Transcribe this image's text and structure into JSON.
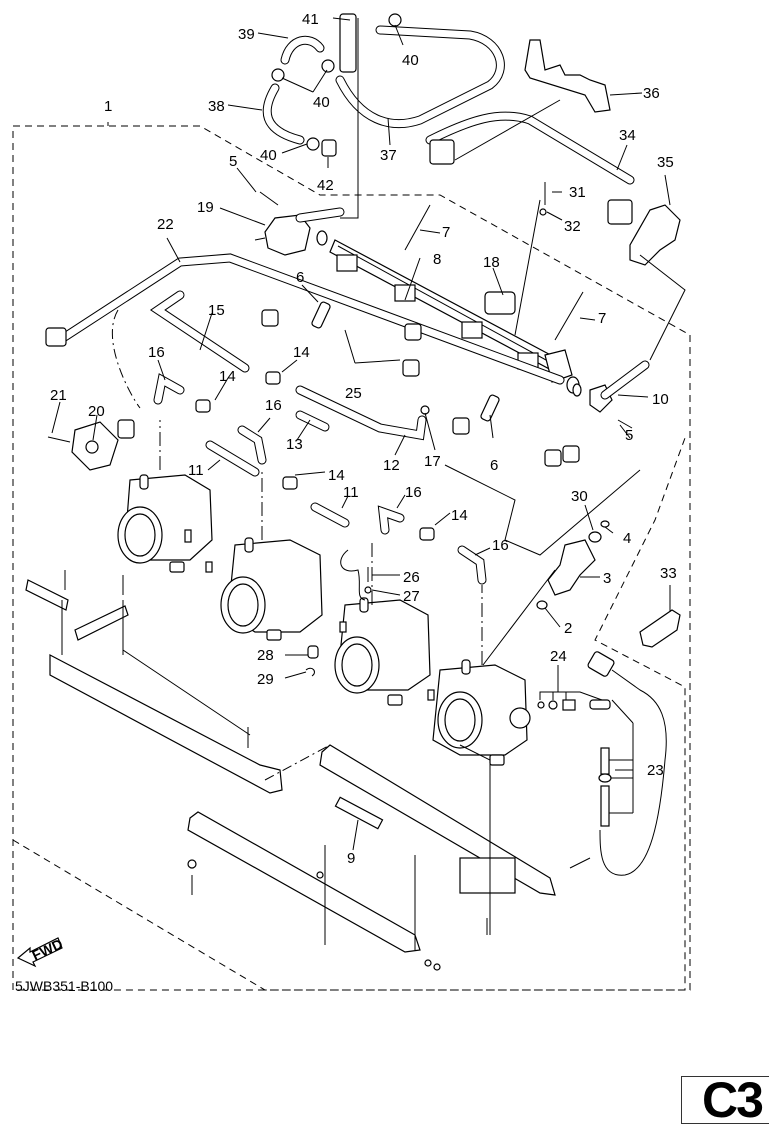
{
  "diagram": {
    "title_code": "5JWB351-B100",
    "fwd_label": "FWD",
    "page_badge": "C3",
    "callouts": [
      {
        "id": "41",
        "text": "41"
      },
      {
        "id": "39",
        "text": "39"
      },
      {
        "id": "40a",
        "text": "40"
      },
      {
        "id": "40b",
        "text": "40"
      },
      {
        "id": "1",
        "text": "1"
      },
      {
        "id": "38",
        "text": "38"
      },
      {
        "id": "40c",
        "text": "40"
      },
      {
        "id": "37",
        "text": "37"
      },
      {
        "id": "42",
        "text": "42"
      },
      {
        "id": "36",
        "text": "36"
      },
      {
        "id": "34",
        "text": "34"
      },
      {
        "id": "35",
        "text": "35"
      },
      {
        "id": "5a",
        "text": "5"
      },
      {
        "id": "19",
        "text": "19"
      },
      {
        "id": "31",
        "text": "31"
      },
      {
        "id": "32",
        "text": "32"
      },
      {
        "id": "22",
        "text": "22"
      },
      {
        "id": "7a",
        "text": "7"
      },
      {
        "id": "8",
        "text": "8"
      },
      {
        "id": "18",
        "text": "18"
      },
      {
        "id": "7b",
        "text": "7"
      },
      {
        "id": "6a",
        "text": "6"
      },
      {
        "id": "15",
        "text": "15"
      },
      {
        "id": "16a",
        "text": "16"
      },
      {
        "id": "14a",
        "text": "14"
      },
      {
        "id": "14b",
        "text": "14"
      },
      {
        "id": "25",
        "text": "25"
      },
      {
        "id": "10",
        "text": "10"
      },
      {
        "id": "21",
        "text": "21"
      },
      {
        "id": "20",
        "text": "20"
      },
      {
        "id": "16b",
        "text": "16"
      },
      {
        "id": "13",
        "text": "13"
      },
      {
        "id": "5b",
        "text": "5"
      },
      {
        "id": "12",
        "text": "12"
      },
      {
        "id": "17",
        "text": "17"
      },
      {
        "id": "6b",
        "text": "6"
      },
      {
        "id": "11a",
        "text": "11"
      },
      {
        "id": "14c",
        "text": "14"
      },
      {
        "id": "11b",
        "text": "11"
      },
      {
        "id": "16c",
        "text": "16"
      },
      {
        "id": "30",
        "text": "30"
      },
      {
        "id": "4",
        "text": "4"
      },
      {
        "id": "14d",
        "text": "14"
      },
      {
        "id": "16d",
        "text": "16"
      },
      {
        "id": "26",
        "text": "26"
      },
      {
        "id": "3",
        "text": "3"
      },
      {
        "id": "27",
        "text": "27"
      },
      {
        "id": "33",
        "text": "33"
      },
      {
        "id": "2",
        "text": "2"
      },
      {
        "id": "28",
        "text": "28"
      },
      {
        "id": "24",
        "text": "24"
      },
      {
        "id": "29",
        "text": "29"
      },
      {
        "id": "23",
        "text": "23"
      },
      {
        "id": "9",
        "text": "9"
      }
    ]
  }
}
